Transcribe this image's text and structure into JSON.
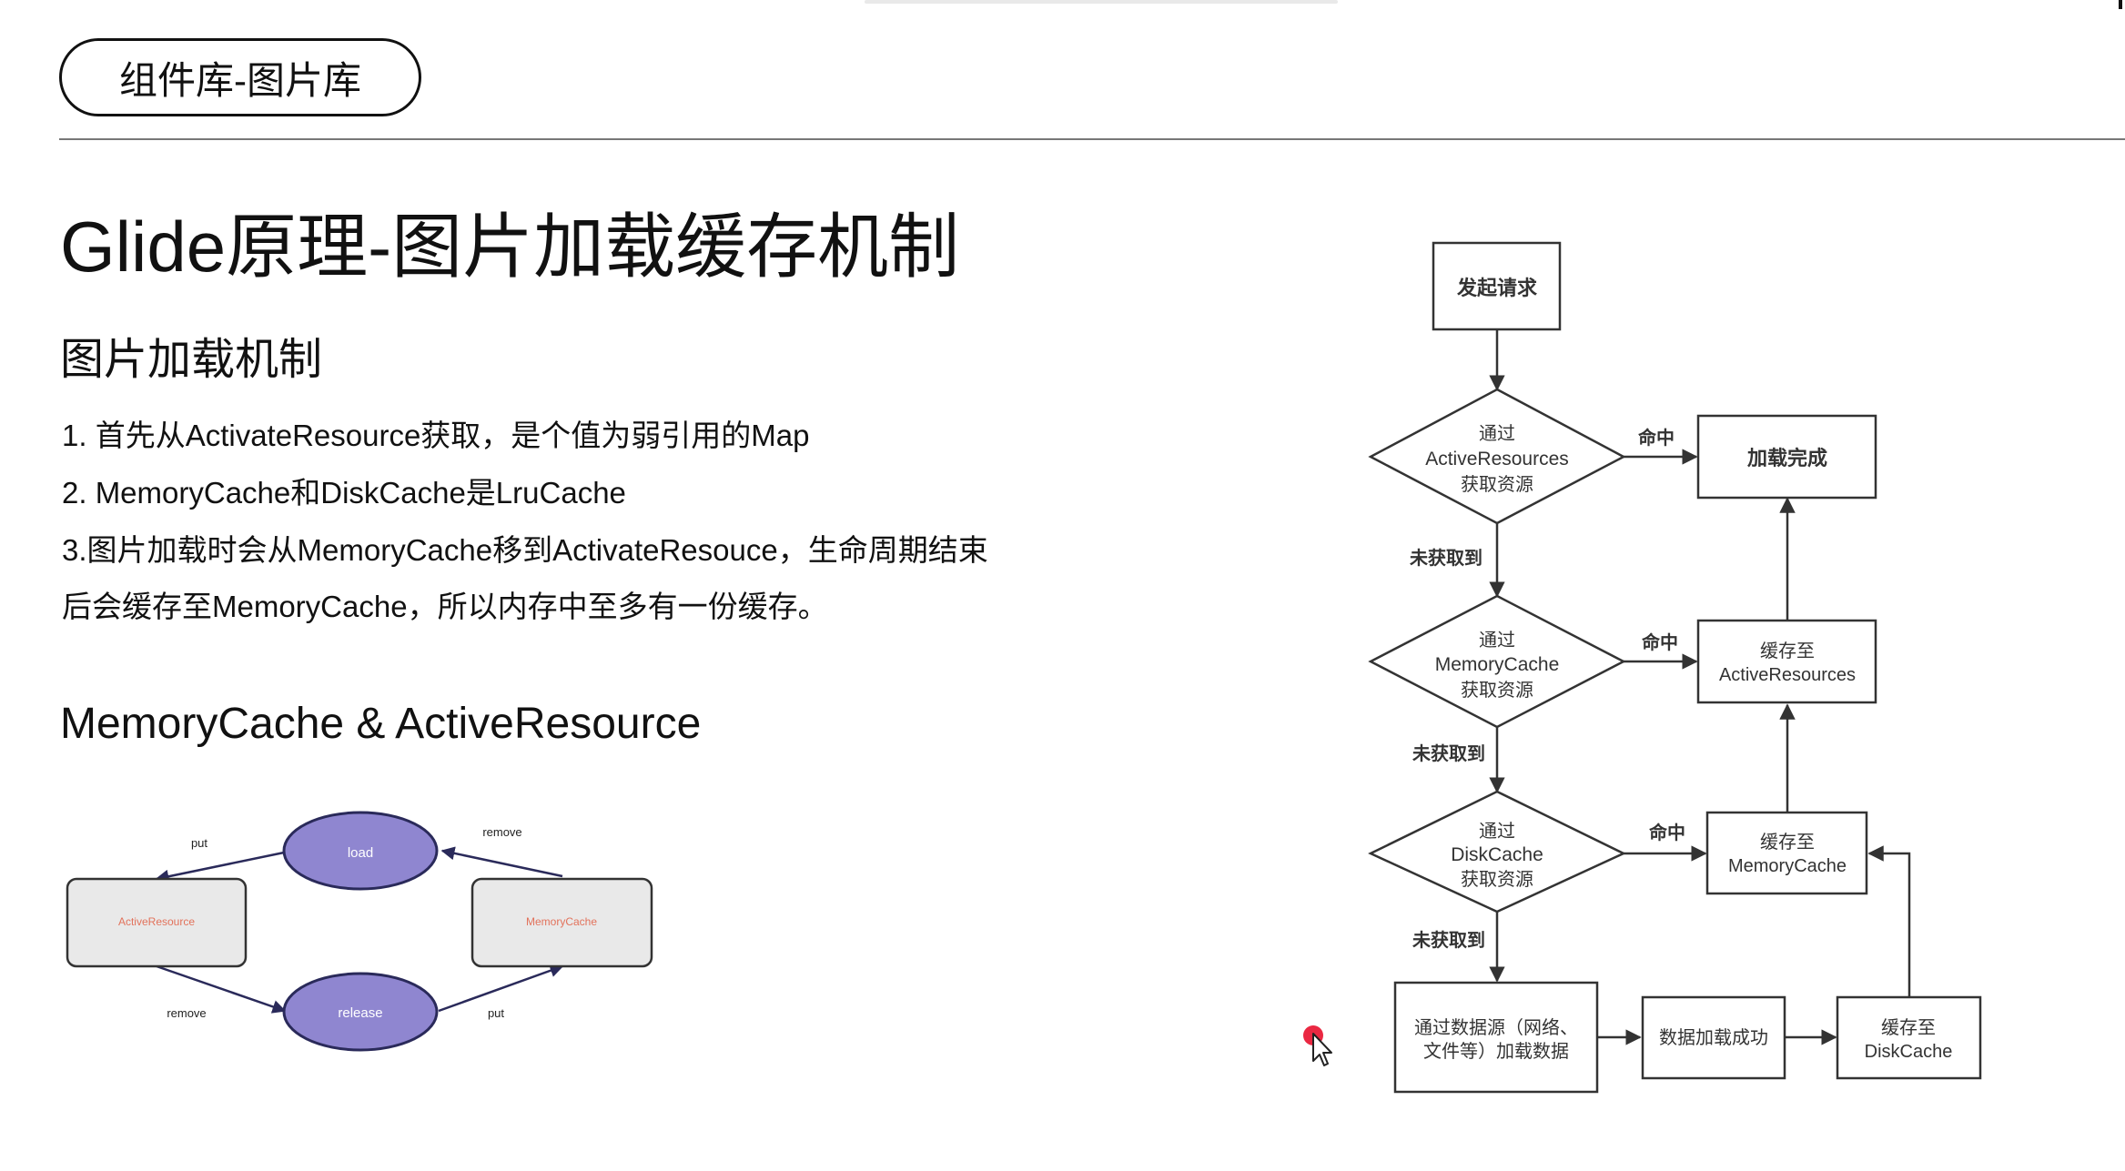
{
  "header": {
    "tag": "组件库-图片库"
  },
  "slide": {
    "title": "Glide原理-图片加载缓存机制",
    "subtitle": "图片加载机制",
    "points": [
      "1. 首先从ActivateResource获取，是个值为弱引用的Map",
      "2. MemoryCache和DiskCache是LruCache",
      "3.图片加载时会从MemoryCache移到ActivateResouce，生命周期结束",
      "后会缓存至MemoryCache，所以内存中至多有一份缓存。"
    ],
    "section2": "MemoryCache & ActiveResource"
  },
  "cycle": {
    "load": "load",
    "release": "release",
    "active": "ActiveResource",
    "memory": "MemoryCache",
    "put_left": "put",
    "remove_right": "remove",
    "remove_left": "remove",
    "put_right": "put",
    "ellipse_color": "#8f86d0",
    "box_label_color": "#e2725b"
  },
  "flow": {
    "start": "发起请求",
    "d1": [
      "通过",
      "ActiveResources",
      "获取资源"
    ],
    "d2": [
      "通过",
      "MemoryCache",
      "获取资源"
    ],
    "d3": [
      "通过",
      "DiskCache",
      "获取资源"
    ],
    "done": "加载完成",
    "cache_active": [
      "缓存至",
      "ActiveResources"
    ],
    "cache_memory": [
      "缓存至",
      "MemoryCache"
    ],
    "fetch": [
      "通过数据源（网络、",
      "文件等）加载数据"
    ],
    "success": "数据加载成功",
    "cache_disk": [
      "缓存至",
      "DiskCache"
    ],
    "hit1": "命中",
    "hit2": "命中",
    "hit3": "命中",
    "miss1": "未获取到",
    "miss2": "未获取到",
    "miss3": "未获取到"
  },
  "cursor": {
    "dot_color": "#e8112d"
  }
}
